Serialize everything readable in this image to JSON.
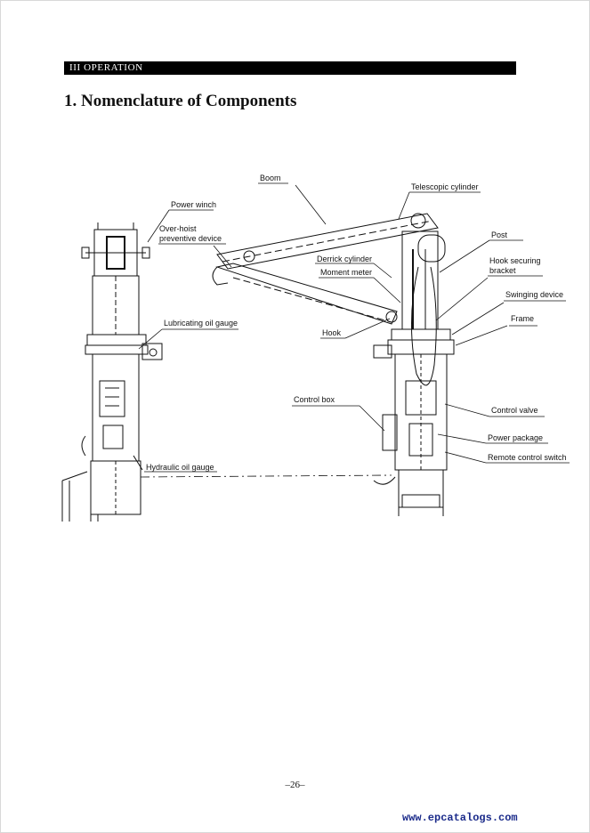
{
  "header": {
    "section": "III  OPERATION"
  },
  "title": "1.  Nomenclature of Components",
  "labels": {
    "boom": "Boom",
    "telescopic_cylinder": "Telescopic cylinder",
    "power_winch": "Power winch",
    "over_hoist_1": "Over-hoist",
    "over_hoist_2": "preventive device",
    "post": "Post",
    "derrick_cylinder": "Derrick cylinder",
    "moment_meter": "Moment meter",
    "hook_securing_1": "Hook securing",
    "hook_securing_2": "bracket",
    "swinging_device": "Swinging device",
    "lubricating_oil_gauge": "Lubricating oil gauge",
    "frame": "Frame",
    "hook": "Hook",
    "control_box": "Control box",
    "control_valve": "Control valve",
    "power_package": "Power package",
    "remote_control_switch": "Remote control switch",
    "hydraulic_oil_gauge": "Hydraulic oil gauge"
  },
  "footer": {
    "page_number": "–26–"
  },
  "watermark": "www.epcatalogs.com"
}
